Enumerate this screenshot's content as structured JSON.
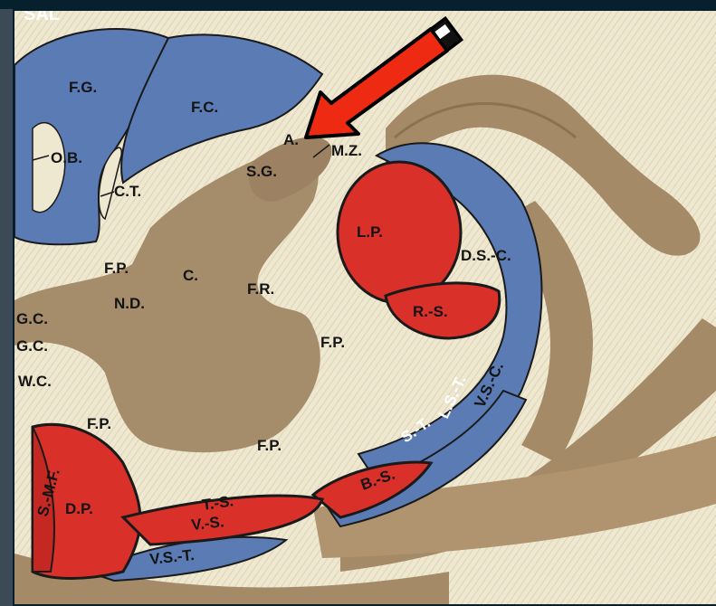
{
  "colors": {
    "background": "#06202e",
    "paper": "#efe8d0",
    "blue_region": "#5b7bb4",
    "red_region": "#d9302a",
    "brown_region": "#a58c6a",
    "nerve_root": "#a48a66",
    "arrow": "#ee2a12"
  },
  "header": {
    "partial_text": "SAL"
  },
  "arrow_icon": "red-arrow-pointing-down-left",
  "labels": {
    "fg": "F.G.",
    "fc": "F.C.",
    "ob": "O.B.",
    "ct": "C.T.",
    "a": "A.",
    "mz": "M.Z.",
    "sg": "S.G.",
    "lp": "L.P.",
    "dsc": "D.S.-C.",
    "fp1": "F.P.",
    "c": "C.",
    "nd": "N.D.",
    "fr": "F.R.",
    "rs": "R.-S.",
    "gc1": "G.C.",
    "gc2": "G.C.",
    "wc": "W.C.",
    "fp2": "F.P.",
    "fp3": "F.P.",
    "fp4": "F.P.",
    "lst": "L.S.-T.",
    "vsc": "V.S.-C.",
    "st": "S.-T.",
    "bs": "B.-S.",
    "smf": "S.-M.F.",
    "dp": "D.P.",
    "ts": "T.-S.",
    "vs": "V.-S.",
    "vst": "V.S.-T."
  }
}
